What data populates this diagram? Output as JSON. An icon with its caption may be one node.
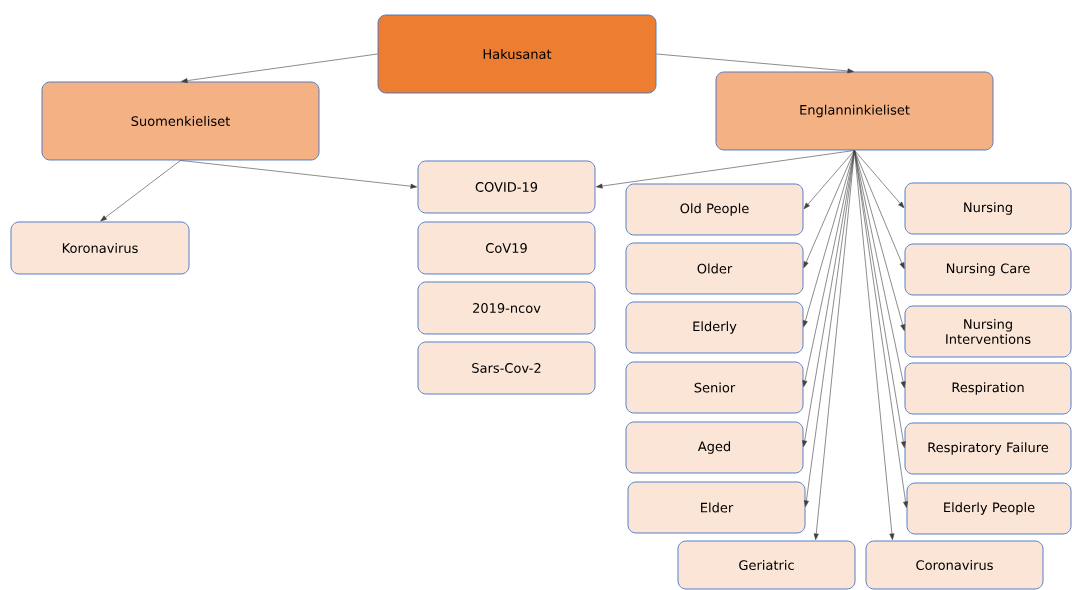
{
  "diagram": {
    "nodes": [
      {
        "text": [
          "Hakusanat"
        ]
      },
      {
        "text": [
          "Suomenkieliset"
        ]
      },
      {
        "text": [
          "Englanninkieliset"
        ]
      },
      {
        "text": [
          "Koronavirus"
        ]
      },
      {
        "text": [
          "COVID-19"
        ]
      },
      {
        "text": [
          "CoV19"
        ]
      },
      {
        "text": [
          "2019-ncov"
        ]
      },
      {
        "text": [
          "Sars-Cov-2"
        ]
      },
      {
        "text": [
          "Old People"
        ]
      },
      {
        "text": [
          "Older"
        ]
      },
      {
        "text": [
          "Elderly"
        ]
      },
      {
        "text": [
          "Senior"
        ]
      },
      {
        "text": [
          "Aged"
        ]
      },
      {
        "text": [
          "Elder"
        ]
      },
      {
        "text": [
          "Geriatric"
        ]
      },
      {
        "text": [
          "Coronavirus"
        ]
      },
      {
        "text": [
          "Nursing"
        ]
      },
      {
        "text": [
          "Nursing Care"
        ]
      },
      {
        "text": [
          "Nursing Interventions"
        ]
      },
      {
        "text": [
          "Respiration"
        ]
      },
      {
        "text": [
          "Respiratory Failure"
        ]
      },
      {
        "text": [
          "Elderly People"
        ]
      }
    ],
    "edges": [
      {
        "from": 0,
        "to": 1,
        "arrow": "to"
      },
      {
        "from": 0,
        "to": 2,
        "arrow": "to"
      },
      {
        "from": 1,
        "to": 3,
        "arrow": "to"
      },
      {
        "from": 1,
        "to": 4,
        "arrow": "to"
      },
      {
        "from": 2,
        "to": 4,
        "arrow": "to"
      },
      {
        "from": 2,
        "to": 8,
        "arrow": "to"
      },
      {
        "from": 2,
        "to": 9,
        "arrow": "to"
      },
      {
        "from": 2,
        "to": 10,
        "arrow": "to"
      },
      {
        "from": 2,
        "to": 11,
        "arrow": "to"
      },
      {
        "from": 2,
        "to": 12,
        "arrow": "to"
      },
      {
        "from": 2,
        "to": 13,
        "arrow": "to"
      },
      {
        "from": 2,
        "to": 14,
        "arrow": "to"
      },
      {
        "from": 2,
        "to": 15,
        "arrow": "to"
      },
      {
        "from": 2,
        "to": 16,
        "arrow": "to"
      },
      {
        "from": 2,
        "to": 17,
        "arrow": "to"
      },
      {
        "from": 2,
        "to": 18,
        "arrow": "to"
      },
      {
        "from": 2,
        "to": 19,
        "arrow": "to"
      },
      {
        "from": 2,
        "to": 20,
        "arrow": "to"
      },
      {
        "from": 2,
        "to": 21,
        "arrow": "to"
      }
    ]
  }
}
